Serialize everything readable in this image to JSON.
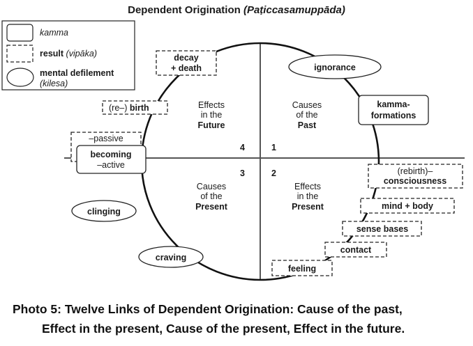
{
  "title": {
    "main": "Dependent Origination",
    "italic": "(Paṭiccasamuppāda)"
  },
  "legend": {
    "kamma": "kamma",
    "result": "result",
    "result_italic": "(vipāka)",
    "defilement": "mental defilement",
    "defilement_italic": "(kilesa)"
  },
  "quadrants": {
    "q1": [
      "Causes",
      "of the",
      "Past"
    ],
    "q2": [
      "Effects",
      "in the",
      "Present"
    ],
    "q3": [
      "Causes",
      "of the",
      "Present"
    ],
    "q4": [
      "Effects",
      "in the",
      "Future"
    ],
    "numbers": [
      "1",
      "2",
      "3",
      "4"
    ]
  },
  "links": {
    "ignorance": "ignorance",
    "kamma_formations": [
      "kamma-",
      "formations"
    ],
    "rebirth_consciousness": [
      "(rebirth)–",
      "consciousness"
    ],
    "mind_body": "mind + body",
    "sense_bases": "sense bases",
    "contact": "contact",
    "feeling": "feeling",
    "craving": "craving",
    "clinging": "clinging",
    "becoming": [
      "–passive",
      "becoming",
      "–active"
    ],
    "birth": [
      "(re–)",
      "birth"
    ],
    "decay_death": [
      "decay",
      "+ death"
    ]
  },
  "caption": {
    "line1": "Photo 5: Twelve Links of Dependent Origination: Cause of the past,",
    "line2": "Effect in the present, Cause of the present, Effect in the future."
  }
}
